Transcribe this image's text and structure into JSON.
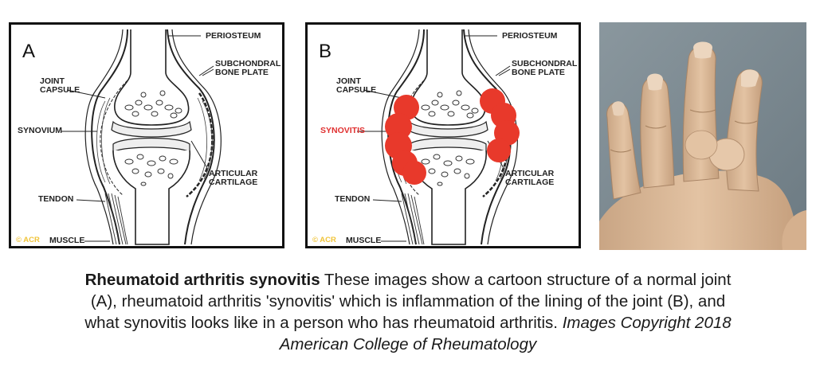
{
  "panel_a": {
    "letter": "A",
    "labels": {
      "periosteum": "PERIOSTEUM",
      "subchondral_1": "SUBCHONDRAL",
      "subchondral_2": "BONE PLATE",
      "joint_1": "JOINT",
      "joint_2": "CAPSULE",
      "synovium": "SYNOVIUM",
      "articular_1": "ARTICULAR",
      "articular_2": "CARTILAGE",
      "tendon": "TENDON",
      "muscle": "MUSCLE"
    },
    "copyright": "© ACR"
  },
  "panel_b": {
    "letter": "B",
    "labels": {
      "periosteum": "PERIOSTEUM",
      "subchondral_1": "SUBCHONDRAL",
      "subchondral_2": "BONE PLATE",
      "joint_1": "JOINT",
      "joint_2": "CAPSULE",
      "synovitis": "SYNOVITIS",
      "articular_1": "ARTICULAR",
      "articular_2": "CARTILAGE",
      "tendon": "TENDON",
      "muscle": "MUSCLE"
    },
    "copyright": "© ACR"
  },
  "colors": {
    "synovitis_red": "#e8392b",
    "copyright_yellow": "#f0c43a",
    "photo_background": "#7d8b93",
    "skin": "#d9b796"
  },
  "caption": {
    "title": "Rheumatoid arthritis synovitis",
    "line1_rest": " These images show a cartoon structure of a normal joint",
    "line2": "(A), rheumatoid arthritis 'synovitis' which is inflammation of the lining of the joint (B), and",
    "line3_plain": "what synovitis looks like in a person who has rheumatoid arthritis. ",
    "line3_italic": "Images Copyright 2018",
    "line4_italic": "American College of Rheumatology"
  }
}
